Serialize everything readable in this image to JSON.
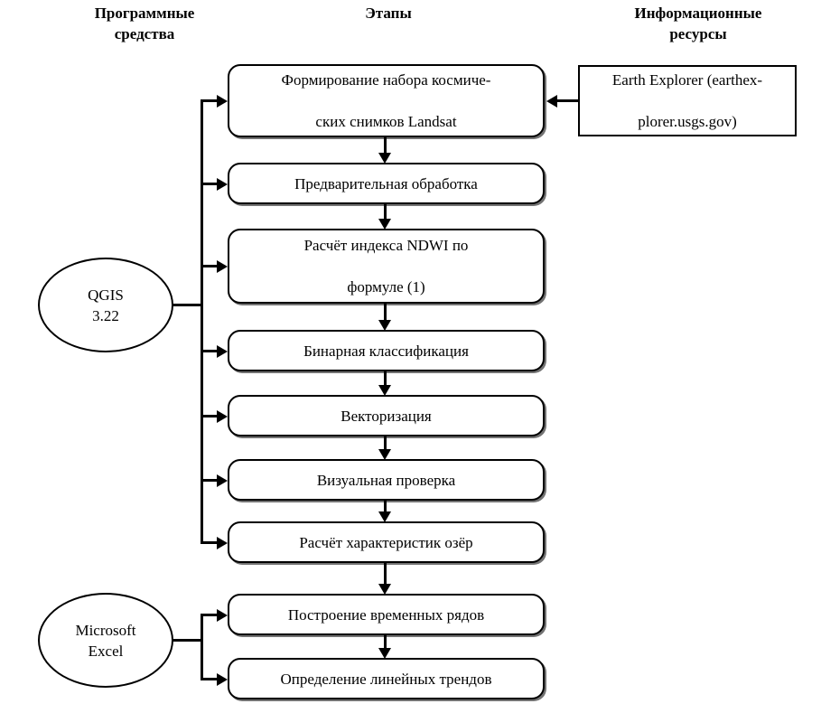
{
  "diagram": {
    "title_columns": {
      "software": "Программные\nсредства",
      "software_line1": "Программные",
      "software_line2": "средства",
      "stages": "Этапы",
      "resources_line1": "Информационные",
      "resources_line2": "ресурсы"
    },
    "stages": [
      {
        "id": "stage-1",
        "line1": "Формирование набора космиче-",
        "line2": "ских снимков Landsat"
      },
      {
        "id": "stage-2",
        "line1": "Предварительная обработка",
        "line2": ""
      },
      {
        "id": "stage-3",
        "line1": "Расчёт индекса NDWI по",
        "line2": "формуле (1)"
      },
      {
        "id": "stage-4",
        "line1": "Бинарная классификация",
        "line2": ""
      },
      {
        "id": "stage-5",
        "line1": "Векторизация",
        "line2": ""
      },
      {
        "id": "stage-6",
        "line1": "Визуальная проверка",
        "line2": ""
      },
      {
        "id": "stage-7",
        "line1": "Расчёт характеристик озёр",
        "line2": ""
      },
      {
        "id": "stage-8",
        "line1": "Построение временных рядов",
        "line2": ""
      },
      {
        "id": "stage-9",
        "line1": "Определение линейных трендов",
        "line2": ""
      }
    ],
    "software_nodes": [
      {
        "id": "qgis",
        "line1": "QGIS",
        "line2": "3.22"
      },
      {
        "id": "excel",
        "line1": "Microsoft",
        "line2": "Excel"
      }
    ],
    "resource_nodes": [
      {
        "id": "earth-explorer",
        "line1": "Earth Explorer (earthex-",
        "line2": "plorer.usgs.gov)"
      }
    ],
    "colors": {
      "stroke": "#000000",
      "background": "#ffffff",
      "text": "#000000"
    }
  }
}
